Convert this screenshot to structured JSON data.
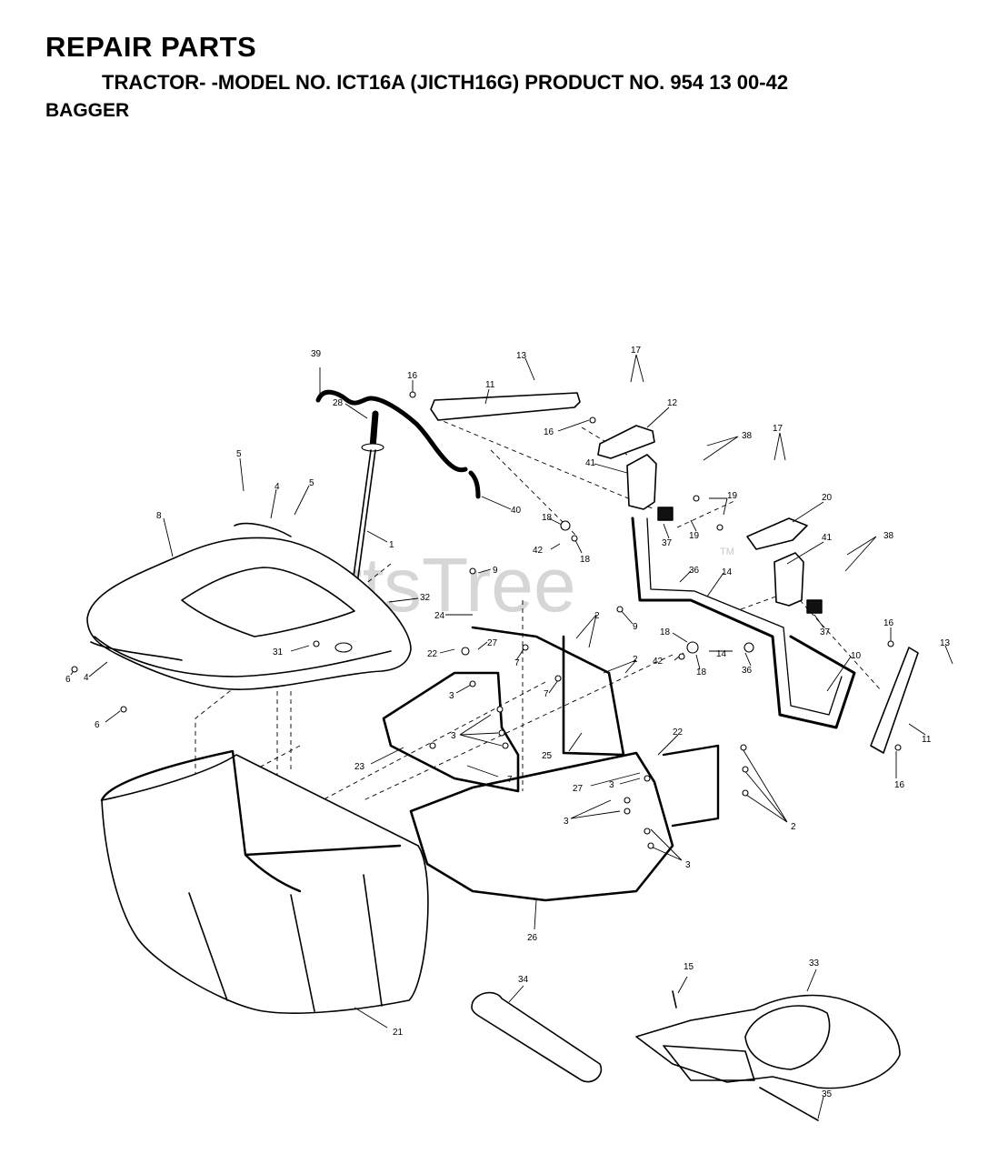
{
  "header": {
    "title": "REPAIR PARTS",
    "subtitle": "TRACTOR- -MODEL NO. ICT16A (JICTH16G) PRODUCT NO. 954 13 00-42",
    "section": "BAGGER"
  },
  "watermark": {
    "text": "PartsTree",
    "trademark": "TM"
  },
  "callouts": [
    "39",
    "13",
    "17",
    "16",
    "11",
    "12",
    "16",
    "38",
    "17",
    "28",
    "41",
    "19",
    "20",
    "5",
    "4",
    "5",
    "40",
    "19",
    "18",
    "42",
    "18",
    "37",
    "41",
    "38",
    "8",
    "1",
    "9",
    "36",
    "14",
    "32",
    "24",
    "2",
    "9",
    "37",
    "31",
    "22",
    "27",
    "7",
    "18",
    "42",
    "18",
    "16",
    "13",
    "6",
    "4",
    "2",
    "14",
    "36",
    "10",
    "6",
    "7",
    "3",
    "3",
    "11",
    "22",
    "23",
    "7",
    "25",
    "27",
    "3",
    "16",
    "2",
    "3",
    "3",
    "26",
    "21",
    "34",
    "15",
    "33",
    "35"
  ],
  "icons": {
    "watermark": "parts-tree-logo"
  }
}
